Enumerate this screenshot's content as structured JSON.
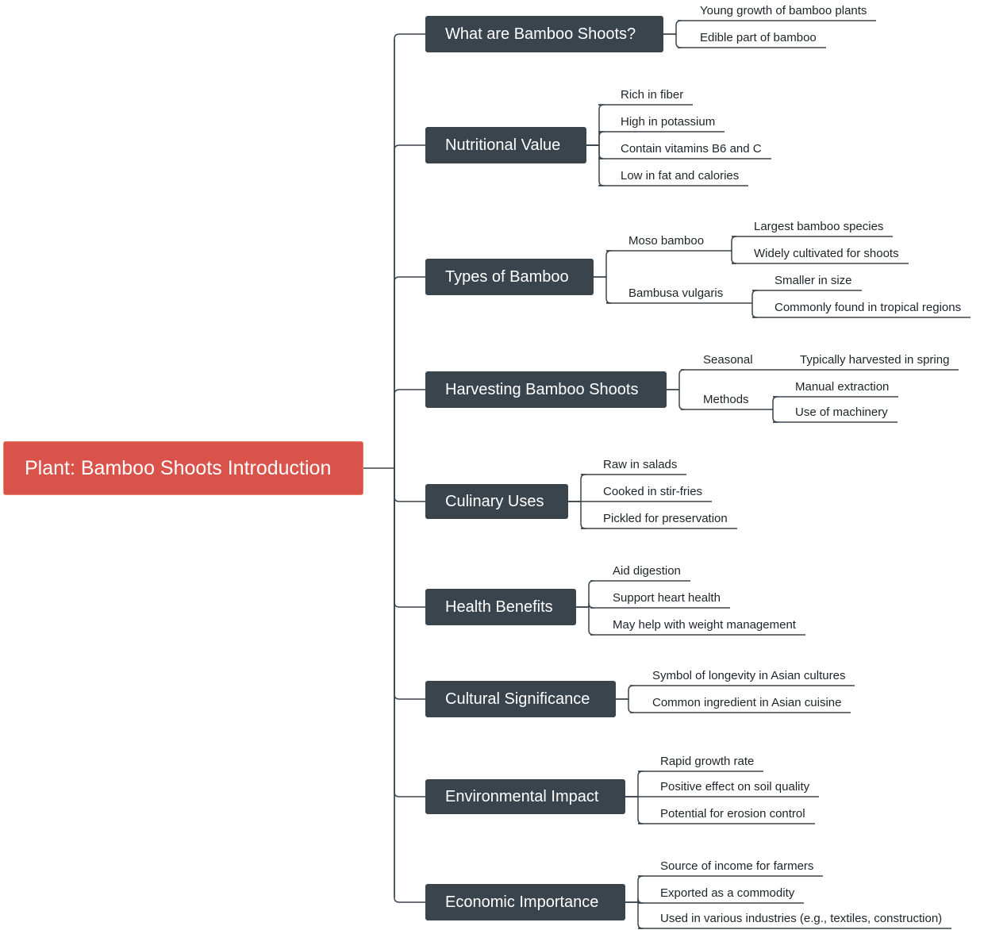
{
  "colors": {
    "root": "#d9534a",
    "branch": "#3a444d",
    "line": "#3a444d"
  },
  "root": {
    "label": "Plant: Bamboo Shoots Introduction"
  },
  "branches": [
    {
      "label": "What are Bamboo Shoots?",
      "children": [
        {
          "label": "Young growth of bamboo plants"
        },
        {
          "label": "Edible part of bamboo"
        }
      ]
    },
    {
      "label": "Nutritional Value",
      "children": [
        {
          "label": "Rich in fiber"
        },
        {
          "label": "High in potassium"
        },
        {
          "label": "Contain vitamins B6 and C"
        },
        {
          "label": "Low in fat and calories"
        }
      ]
    },
    {
      "label": "Types of Bamboo",
      "children": [
        {
          "label": "Moso bamboo",
          "children": [
            {
              "label": "Largest bamboo species"
            },
            {
              "label": "Widely cultivated for shoots"
            }
          ]
        },
        {
          "label": "Bambusa vulgaris",
          "children": [
            {
              "label": "Smaller in size"
            },
            {
              "label": "Commonly found in tropical regions"
            }
          ]
        }
      ]
    },
    {
      "label": "Harvesting Bamboo Shoots",
      "children": [
        {
          "label": "Seasonal",
          "children": [
            {
              "label": "Typically harvested in spring"
            }
          ]
        },
        {
          "label": "Methods",
          "children": [
            {
              "label": "Manual extraction"
            },
            {
              "label": "Use of machinery"
            }
          ]
        }
      ]
    },
    {
      "label": "Culinary Uses",
      "children": [
        {
          "label": "Raw in salads"
        },
        {
          "label": "Cooked in stir-fries"
        },
        {
          "label": "Pickled for preservation"
        }
      ]
    },
    {
      "label": "Health Benefits",
      "children": [
        {
          "label": "Aid digestion"
        },
        {
          "label": "Support heart health"
        },
        {
          "label": "May help with weight management"
        }
      ]
    },
    {
      "label": "Cultural Significance",
      "children": [
        {
          "label": "Symbol of longevity in Asian cultures"
        },
        {
          "label": "Common ingredient in Asian cuisine"
        }
      ]
    },
    {
      "label": "Environmental Impact",
      "children": [
        {
          "label": "Rapid growth rate"
        },
        {
          "label": "Positive effect on soil quality"
        },
        {
          "label": "Potential for erosion control"
        }
      ]
    },
    {
      "label": "Economic Importance",
      "children": [
        {
          "label": "Source of income for farmers"
        },
        {
          "label": "Exported as a commodity"
        },
        {
          "label": "Used in various industries (e.g., textiles, construction)"
        }
      ]
    }
  ]
}
